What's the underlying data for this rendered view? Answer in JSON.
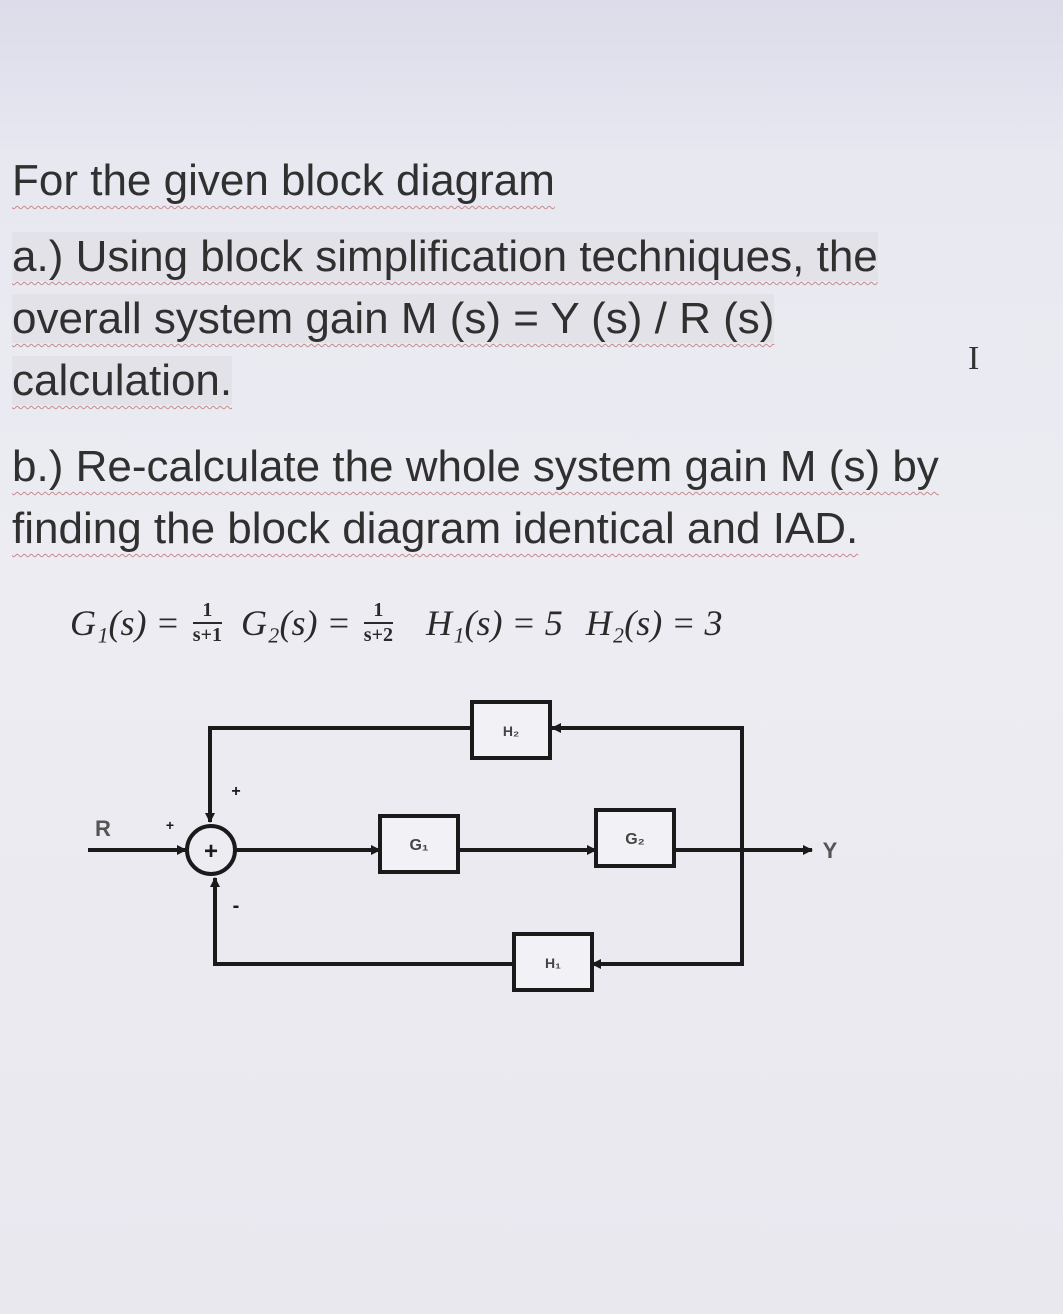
{
  "question": {
    "title": "For the given block diagram",
    "part_a": [
      "a.) Using block simplification techniques, the",
      "overall system gain M (s) = Y (s) / R (s)",
      "calculation."
    ],
    "part_b": [
      "b.) Re-calculate the whole system gain M (s) by",
      "finding the block diagram identical and IAD."
    ]
  },
  "formulas": {
    "g1_lhs": "G₁(s) =",
    "g1_num": "1",
    "g1_den": "s+1",
    "g2_lhs": "G₂(s) =",
    "g2_num": "1",
    "g2_den": "s+2",
    "h1": "H₁(s) = 5",
    "h2": "H₂(s) = 3"
  },
  "cursor_icon": "text-cursor-icon",
  "diagram": {
    "input_label": "R",
    "output_label": "Y",
    "summing_sign": "+",
    "sign_top": "+",
    "sign_left": "+",
    "sign_bottom": "-",
    "blocks": {
      "g1": "G₁",
      "g2": "G₂",
      "h1": "H₁",
      "h2": "H₂"
    }
  }
}
